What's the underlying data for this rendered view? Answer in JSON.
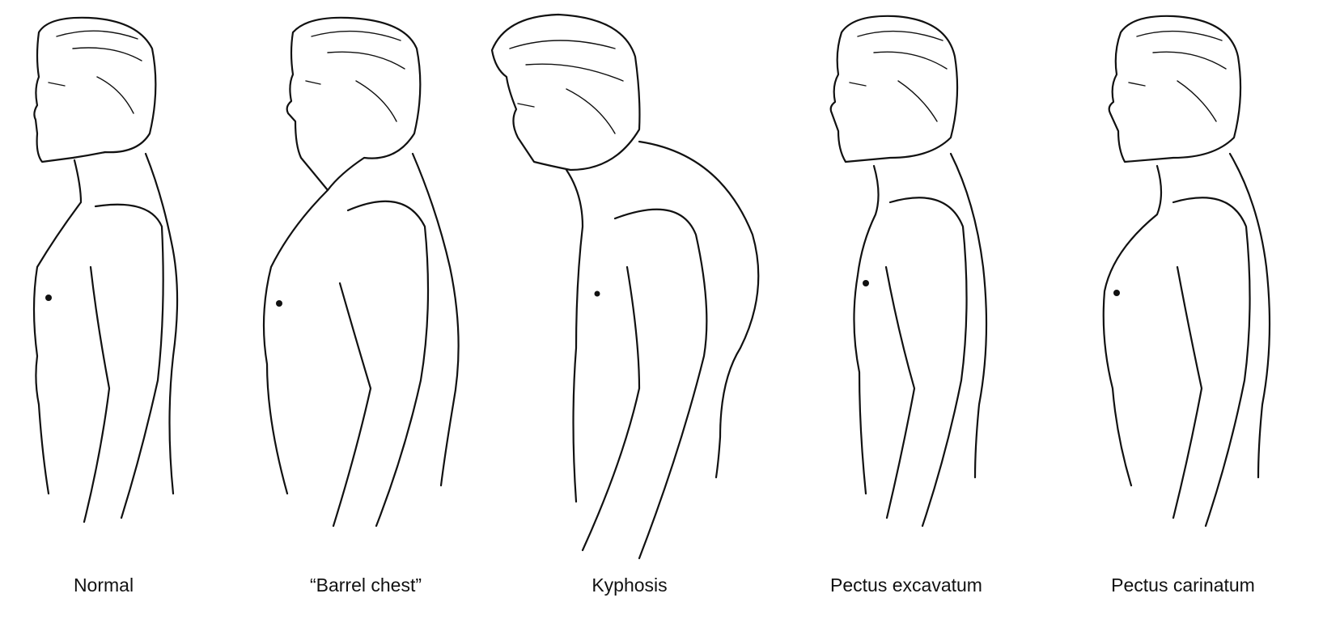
{
  "figures": [
    {
      "id": "normal",
      "label": "Normal"
    },
    {
      "id": "barrel-chest",
      "label": "“Barrel chest”"
    },
    {
      "id": "kyphosis",
      "label": "Kyphosis"
    },
    {
      "id": "pectus-excavatum",
      "label": "Pectus excavatum"
    },
    {
      "id": "pectus-carinatum",
      "label": "Pectus carinatum"
    }
  ]
}
